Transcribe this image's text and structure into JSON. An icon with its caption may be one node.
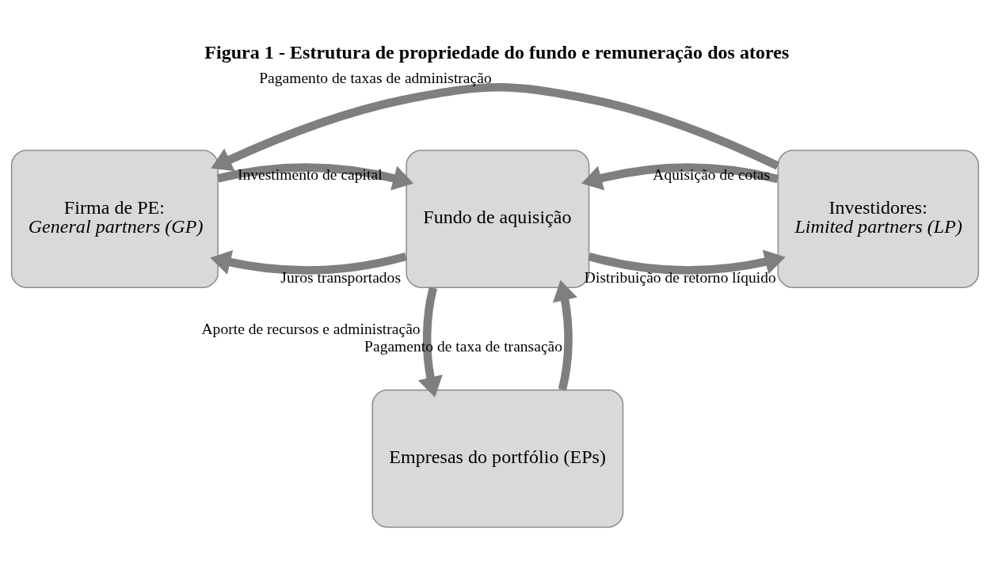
{
  "diagram": {
    "title": "Figura 1 - Estrutura de propriedade do fundo e remuneração dos atores",
    "nodes": [
      {
        "text": [
          "Firma de PE:",
          "General partners (GP)"
        ]
      },
      {
        "text": [
          "Fundo de aquisição"
        ]
      },
      {
        "text": [
          "Investidores:",
          "Limited partners (LP)"
        ]
      },
      {
        "text": [
          "Empresas do portfólio (EPs)"
        ]
      }
    ],
    "edges": [
      {
        "from": 2,
        "to": 0,
        "arrow": "to",
        "label": "Pagamento de taxas de administração"
      },
      {
        "from": 1,
        "to": 0,
        "arrow": "to",
        "label": "Juros transportados"
      },
      {
        "from": 1,
        "to": 2,
        "arrow": "to",
        "label": "Distribuição de retorno líquido"
      },
      {
        "from": 0,
        "to": 1,
        "arrow": "to",
        "label": "Investimento de capital"
      },
      {
        "from": 2,
        "to": 1,
        "arrow": "to",
        "label": "Aquisição de cotas"
      },
      {
        "from": 3,
        "to": 1,
        "arrow": "to",
        "label": "Pagamento de taxa de transação"
      },
      {
        "from": 1,
        "to": 3,
        "arrow": "to",
        "label": "Aporte de recursos e administração"
      }
    ]
  }
}
